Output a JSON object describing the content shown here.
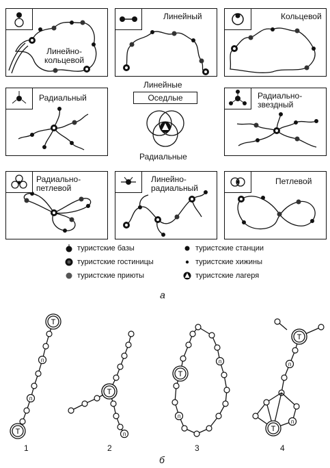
{
  "panels": {
    "lineino_koltsevoy": "Линейно-\nкольцевой",
    "lineiny": "Линейный",
    "koltsevoy": "Кольцевой",
    "radialny": "Радиальный",
    "radialno_zvezdny": "Радиально-\nзвездный",
    "radialno_petlevoy": "Радиально-\nпетлевой",
    "lineino_radialny": "Линейно-\nрадиальный",
    "petlevoy": "Петлевой"
  },
  "center": {
    "top": "Линейные",
    "box": "Оседлые",
    "bottom": "Радиальные"
  },
  "legend": {
    "bases": "туристские базы",
    "hotels": "туристские гостиницы",
    "shelters": "туристские приюты",
    "stations": "туристские станции",
    "huts": "туристские хижины",
    "camps": "туристские лагеря"
  },
  "caption_a": "а",
  "caption_b": "б",
  "node_labels": {
    "T": "Т",
    "p": "п"
  },
  "scheme_numbers": [
    "1",
    "2",
    "3",
    "4"
  ]
}
